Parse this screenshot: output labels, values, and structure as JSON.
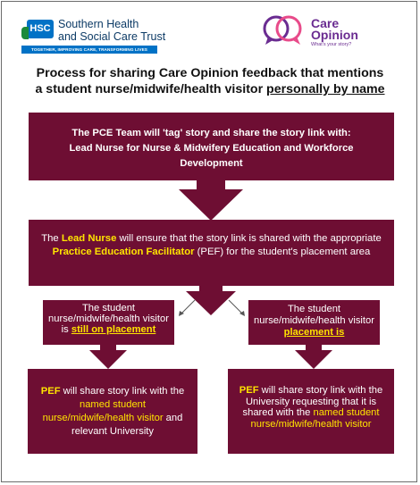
{
  "header": {
    "hsc_logo_text": "HSC",
    "trust_name_line1": "Southern Health",
    "trust_name_line2": "and Social Care Trust",
    "trust_tagline": "TOGETHER, IMPROVING CARE, TRANSFORMING LIVES",
    "care_opinion_line1": "Care",
    "care_opinion_line2": "Opinion",
    "care_opinion_tagline": "What's your story?"
  },
  "title": {
    "line1": "Process for sharing Care Opinion feedback that mentions",
    "line2_prefix": "a student nurse/midwife/health visitor ",
    "line2_emphasis": "personally by name"
  },
  "step1": {
    "line1": "The PCE Team will 'tag' story and share the story link with:",
    "line2": "Lead Nurse for Nurse & Midwifery Education and Workforce",
    "line3": "Development"
  },
  "step2": {
    "part1": "The ",
    "highlight1": "Lead Nurse",
    "part2": " will ensure that the story link is shared with the appropriate ",
    "highlight2": "Practice Education Facilitator",
    "part3": " (PEF) for the student's placement area"
  },
  "branch_left": {
    "text": "The student nurse/midwife/health visitor is ",
    "highlight": "still on placement"
  },
  "branch_right": {
    "text": "The student nurse/midwife/health visitor ",
    "highlight": "placement is"
  },
  "outcome_left": {
    "highlight1": "PEF",
    "part1": " will share story link with the ",
    "highlight2": "named student nurse/midwife/health visitor",
    "part2": " and relevant University"
  },
  "outcome_right": {
    "highlight1": "PEF",
    "part1": " will share story link with the University requesting that it is shared with the ",
    "highlight2": "named student nurse/midwife/health visitor"
  },
  "colors": {
    "box_fill": "#6e0e33",
    "highlight_text": "#ffe400",
    "text_on_box": "#ffffff",
    "hsc_blue": "#0072c6",
    "trust_green": "#1b8a3a",
    "care_opinion_purple": "#5c2d91"
  }
}
